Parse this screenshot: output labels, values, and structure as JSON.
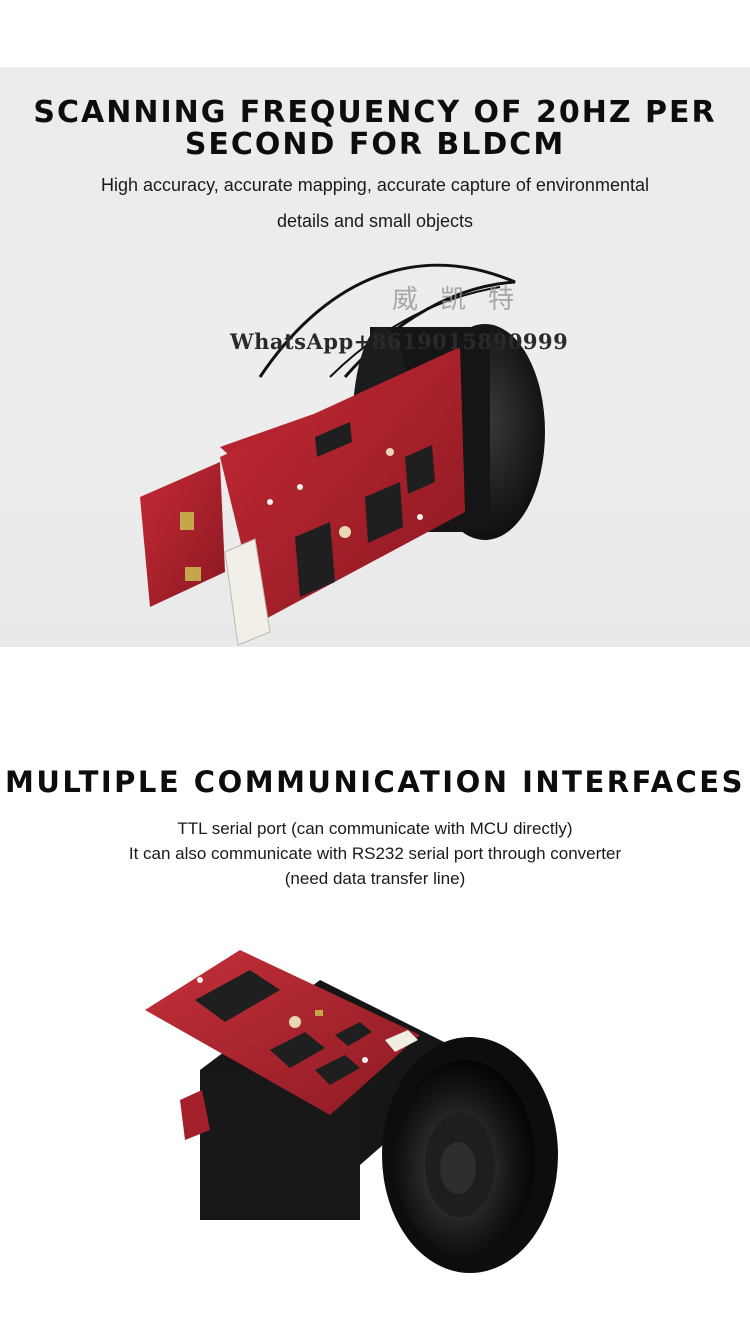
{
  "section1": {
    "title_line1": "SCANNING FREQUENCY OF 20HZ PER",
    "title_line2": "SECOND FOR BLDCM",
    "subtitle_line1": "High accuracy, accurate mapping, accurate capture of environmental",
    "subtitle_line2": "details and small objects",
    "watermark_cn": "威凯特",
    "watermark_contact": "WhatsApp+8619015890999",
    "background_color": "#ececec"
  },
  "section2": {
    "title": "MULTIPLE COMMUNICATION INTERFACES",
    "line1": "TTL serial port (can communicate with MCU directly)",
    "line2": "It can also communicate with RS232 serial port through converter",
    "line3": "(need data transfer line)"
  },
  "colors": {
    "pcb_red": "#b8232e",
    "pcb_dark": "#7d1520",
    "housing_black": "#141414",
    "chip_black": "#1f1f1f"
  }
}
